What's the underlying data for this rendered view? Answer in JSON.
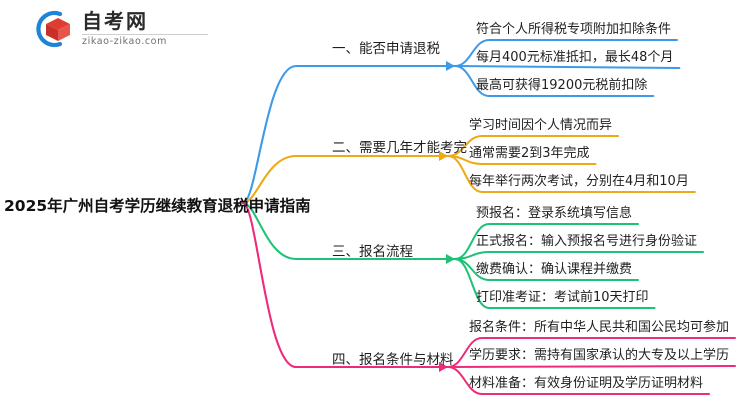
{
  "logo": {
    "brand_cn": "自考网",
    "url": "zikao-zikao.com",
    "mark_icon": "graduation-cap-icon",
    "arc_color": "#1f84d6",
    "cap_color": "#e03c31"
  },
  "mindmap": {
    "root": {
      "label": "2025年广州自考学历继续教育退税申请指南"
    },
    "branches": [
      {
        "index": "1",
        "label": "一、能否申请退税",
        "color": "#3d9ae8",
        "children": [
          {
            "label": "符合个人所得税专项附加扣除条件"
          },
          {
            "label": "每月400元标准抵扣，最长48个月"
          },
          {
            "label": "最高可获得19200元税前扣除"
          }
        ]
      },
      {
        "index": "2",
        "label": "二、需要几年才能考完",
        "color": "#efa914",
        "children": [
          {
            "label": "学习时间因个人情况而异"
          },
          {
            "label": "通常需要2到3年完成"
          },
          {
            "label": "每年举行两次考试，分别在4月和10月"
          }
        ]
      },
      {
        "index": "3",
        "label": "三、报名流程",
        "color": "#1cc275",
        "children": [
          {
            "label": "预报名：登录系统填写信息"
          },
          {
            "label": "正式报名：输入预报名号进行身份验证"
          },
          {
            "label": "缴费确认：确认课程并缴费"
          },
          {
            "label": "打印准考证：考试前10天打印"
          }
        ]
      },
      {
        "index": "4",
        "label": "四、报名条件与材料",
        "color": "#ee2a7b",
        "children": [
          {
            "label": "报名条件：所有中华人民共和国公民均可参加"
          },
          {
            "label": "学历要求：需持有国家承认的大专及以上学历"
          },
          {
            "label": "材料准备：有效身份证明及学历证明材料"
          }
        ]
      }
    ]
  }
}
